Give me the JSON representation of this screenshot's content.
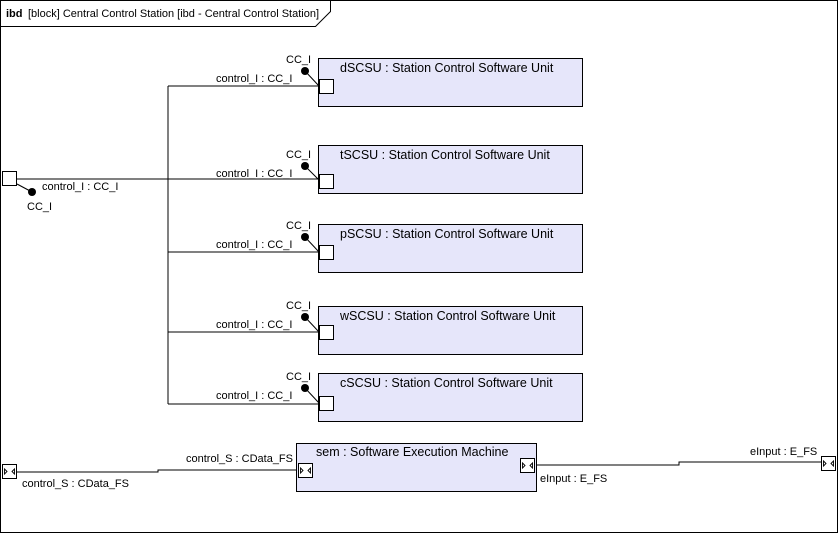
{
  "frame": {
    "kind": "ibd",
    "title": "[block] Central Control Station [ibd - Central Control Station]"
  },
  "boundary_ports": {
    "control_I": {
      "name": "control_I : CC_I",
      "interface": "CC_I"
    },
    "control_S": {
      "name": "control_S : CData_FS"
    },
    "eInput": {
      "name": "eInput : E_FS"
    }
  },
  "parts": [
    {
      "name": "dSCSU : Station Control Software Unit",
      "interface": "CC_I",
      "port": "control_I : CC_I"
    },
    {
      "name": "tSCSU : Station Control Software Unit",
      "interface": "CC_I",
      "port": "control_I : CC_I"
    },
    {
      "name": "pSCSU : Station Control Software Unit",
      "interface": "CC_I",
      "port": "control_I : CC_I"
    },
    {
      "name": "wSCSU : Station Control Software Unit",
      "interface": "CC_I",
      "port": "control_I : CC_I"
    },
    {
      "name": "cSCSU : Station Control Software Unit",
      "interface": "CC_I",
      "port": "control_I : CC_I"
    }
  ],
  "sem": {
    "name": "sem : Software Execution Machine",
    "left_port": "control_S : CData_FS",
    "right_port": "eInput : E_FS"
  }
}
